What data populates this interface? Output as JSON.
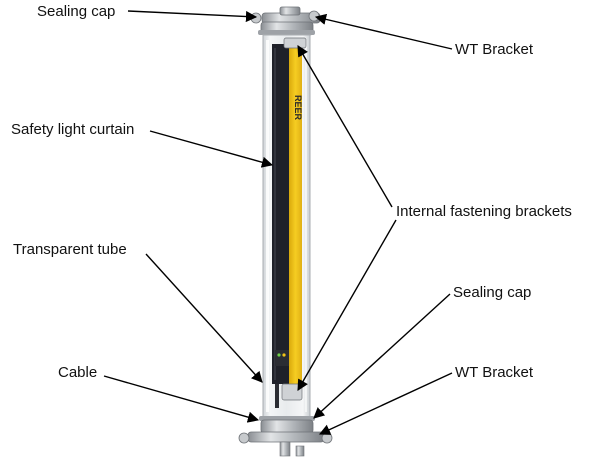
{
  "labels": {
    "sealing_cap_top": "Sealing cap",
    "wt_bracket_top": "WT Bracket",
    "safety_light_curtain": "Safety light curtain",
    "internal_fastening_brackets": "Internal fastening brackets",
    "transparent_tube": "Transparent tube",
    "sealing_cap_bottom": "Sealing cap",
    "cable": "Cable",
    "wt_bracket_bottom": "WT Bracket"
  },
  "brand_text": "REER",
  "colors": {
    "curtain_yellow": "#f2c418",
    "curtain_dark": "#1f2129",
    "metal": "#b9bcc1",
    "tube": "#e9ecef",
    "arrow": "#000000"
  }
}
